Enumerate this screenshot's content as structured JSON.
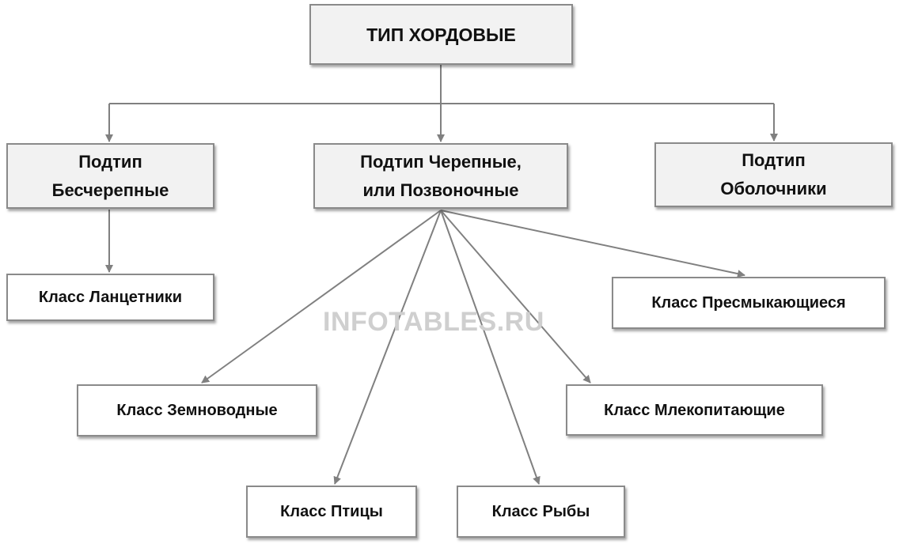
{
  "root": "ТИП ХОРДОВЫЕ",
  "subtypes": [
    {
      "label": "Подтип\nБесчерепные"
    },
    {
      "label": "Подтип Черепные,\nили Позвоночные"
    },
    {
      "label": "Подтип\nОболочники"
    }
  ],
  "classes": {
    "lancetniki": "Класс Ланцетники",
    "presmykayushchiesya": "Класс Пресмыкающиеся",
    "zemnovodnye": "Класс Земноводные",
    "mlekopitayushchie": "Класс Млекопитающие",
    "ptitsy": "Класс Птицы",
    "ryby": "Класс Рыбы"
  },
  "watermark": "INFOTABLES.RU",
  "colors": {
    "line": "#808080",
    "box_fill": "#f2f2f2",
    "watermark": "#cfcfcf"
  }
}
